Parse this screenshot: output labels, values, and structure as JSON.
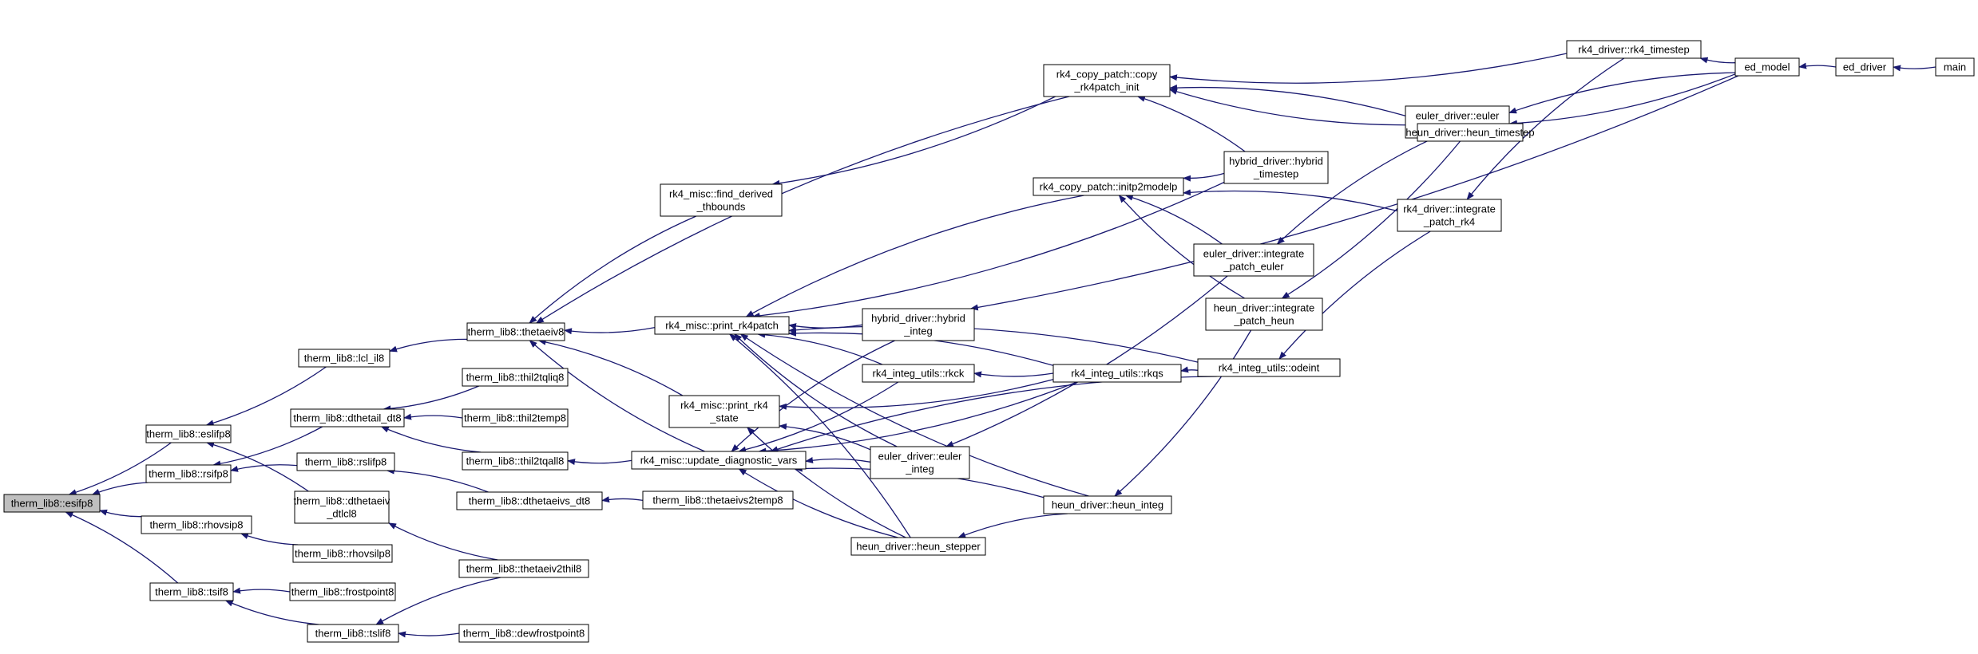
{
  "colors": {
    "edge": "#191970",
    "node_border": "#000000",
    "node_fill": "#ffffff",
    "root_fill": "#bfbfbf",
    "text": "#000000"
  },
  "nodes": [
    {
      "id": "esifp8",
      "label": [
        "therm_lib8::esifp8"
      ],
      "root": true
    },
    {
      "id": "eslifp8",
      "label": [
        "therm_lib8::eslifp8"
      ]
    },
    {
      "id": "rsifp8",
      "label": [
        "therm_lib8::rsifp8"
      ]
    },
    {
      "id": "rhovsip8",
      "label": [
        "therm_lib8::rhovsip8"
      ]
    },
    {
      "id": "tsif8",
      "label": [
        "therm_lib8::tsif8"
      ]
    },
    {
      "id": "lcl_il8",
      "label": [
        "therm_lib8::lcl_il8"
      ]
    },
    {
      "id": "dthetail_dt8",
      "label": [
        "therm_lib8::dthetail_dt8"
      ]
    },
    {
      "id": "rslifp8",
      "label": [
        "therm_lib8::rslifp8"
      ]
    },
    {
      "id": "dthetaeiv_dtlcl8",
      "label": [
        "therm_lib8::dthetaeiv",
        "_dtlcl8"
      ]
    },
    {
      "id": "rhovsilp8",
      "label": [
        "therm_lib8::rhovsilp8"
      ]
    },
    {
      "id": "frostpoint8",
      "label": [
        "therm_lib8::frostpoint8"
      ]
    },
    {
      "id": "tslif8",
      "label": [
        "therm_lib8::tslif8"
      ]
    },
    {
      "id": "thetaeiv8",
      "label": [
        "therm_lib8::thetaeiv8"
      ]
    },
    {
      "id": "thil2tqliq8",
      "label": [
        "therm_lib8::thil2tqliq8"
      ]
    },
    {
      "id": "thil2temp8",
      "label": [
        "therm_lib8::thil2temp8"
      ]
    },
    {
      "id": "thil2tqall8",
      "label": [
        "therm_lib8::thil2tqall8"
      ]
    },
    {
      "id": "dthetaeivs_dt8",
      "label": [
        "therm_lib8::dthetaeivs_dt8"
      ]
    },
    {
      "id": "thetaeiv2thil8",
      "label": [
        "therm_lib8::thetaeiv2thil8"
      ]
    },
    {
      "id": "dewfrostpoint8",
      "label": [
        "therm_lib8::dewfrostpoint8"
      ]
    },
    {
      "id": "find_derived",
      "label": [
        "rk4_misc::find_derived",
        "_thbounds"
      ]
    },
    {
      "id": "print_rk4patch",
      "label": [
        "rk4_misc::print_rk4patch"
      ]
    },
    {
      "id": "print_rk4_state",
      "label": [
        "rk4_misc::print_rk4",
        "_state"
      ]
    },
    {
      "id": "update_diag",
      "label": [
        "rk4_misc::update_diagnostic_vars"
      ]
    },
    {
      "id": "thetaeivs2temp8",
      "label": [
        "therm_lib8::thetaeivs2temp8"
      ]
    },
    {
      "id": "copy_rk4patch_init",
      "label": [
        "rk4_copy_patch::copy",
        "_rk4patch_init"
      ]
    },
    {
      "id": "initp2modelp",
      "label": [
        "rk4_copy_patch::initp2modelp"
      ]
    },
    {
      "id": "hybrid_integ",
      "label": [
        "hybrid_driver::hybrid",
        "_integ"
      ]
    },
    {
      "id": "rkck",
      "label": [
        "rk4_integ_utils::rkck"
      ]
    },
    {
      "id": "euler_integ",
      "label": [
        "euler_driver::euler",
        "_integ"
      ]
    },
    {
      "id": "heun_stepper",
      "label": [
        "heun_driver::heun_stepper"
      ]
    },
    {
      "id": "hybrid_timestep",
      "label": [
        "hybrid_driver::hybrid",
        "_timestep"
      ]
    },
    {
      "id": "rkqs",
      "label": [
        "rk4_integ_utils::rkqs"
      ]
    },
    {
      "id": "heun_integ",
      "label": [
        "heun_driver::heun_integ"
      ]
    },
    {
      "id": "euler_timestep",
      "label": [
        "euler_driver::euler",
        "_timestep"
      ]
    },
    {
      "id": "integrate_patch_euler",
      "label": [
        "euler_driver::integrate",
        "_patch_euler"
      ]
    },
    {
      "id": "integrate_patch_heun",
      "label": [
        "heun_driver::integrate",
        "_patch_heun"
      ]
    },
    {
      "id": "odeint",
      "label": [
        "rk4_integ_utils::odeint"
      ]
    },
    {
      "id": "rk4_timestep",
      "label": [
        "rk4_driver::rk4_timestep"
      ]
    },
    {
      "id": "heun_timestep",
      "label": [
        "heun_driver::heun_timestep"
      ]
    },
    {
      "id": "integrate_patch_rk4",
      "label": [
        "rk4_driver::integrate",
        "_patch_rk4"
      ]
    },
    {
      "id": "ed_model",
      "label": [
        "ed_model"
      ]
    },
    {
      "id": "ed_driver",
      "label": [
        "ed_driver"
      ]
    },
    {
      "id": "main",
      "label": [
        "main"
      ]
    }
  ],
  "edges": [
    [
      "eslifp8",
      "esifp8"
    ],
    [
      "rsifp8",
      "esifp8"
    ],
    [
      "rhovsip8",
      "esifp8"
    ],
    [
      "tsif8",
      "esifp8"
    ],
    [
      "lcl_il8",
      "eslifp8"
    ],
    [
      "dthetaeiv_dtlcl8",
      "eslifp8"
    ],
    [
      "dthetail_dt8",
      "rsifp8"
    ],
    [
      "rslifp8",
      "rsifp8"
    ],
    [
      "rhovsilp8",
      "rhovsip8"
    ],
    [
      "frostpoint8",
      "tsif8"
    ],
    [
      "tslif8",
      "tsif8"
    ],
    [
      "thetaeiv8",
      "lcl_il8"
    ],
    [
      "thil2tqliq8",
      "dthetail_dt8"
    ],
    [
      "thil2temp8",
      "dthetail_dt8"
    ],
    [
      "thil2tqall8",
      "dthetail_dt8"
    ],
    [
      "dthetaeivs_dt8",
      "rslifp8"
    ],
    [
      "thetaeiv2thil8",
      "dthetaeiv_dtlcl8"
    ],
    [
      "thetaeiv2thil8",
      "tslif8"
    ],
    [
      "dewfrostpoint8",
      "tslif8"
    ],
    [
      "find_derived",
      "thetaeiv8"
    ],
    [
      "print_rk4patch",
      "thetaeiv8"
    ],
    [
      "print_rk4_state",
      "thetaeiv8"
    ],
    [
      "update_diag",
      "thetaeiv8"
    ],
    [
      "copy_rk4patch_init",
      "thetaeiv8"
    ],
    [
      "update_diag",
      "thil2tqall8"
    ],
    [
      "thetaeivs2temp8",
      "dthetaeivs_dt8"
    ],
    [
      "copy_rk4patch_init",
      "find_derived"
    ],
    [
      "initp2modelp",
      "print_rk4patch"
    ],
    [
      "hybrid_integ",
      "print_rk4patch"
    ],
    [
      "rkck",
      "print_rk4patch"
    ],
    [
      "euler_integ",
      "print_rk4patch"
    ],
    [
      "heun_stepper",
      "print_rk4patch"
    ],
    [
      "hybrid_timestep",
      "print_rk4patch"
    ],
    [
      "rkqs",
      "print_rk4patch"
    ],
    [
      "heun_integ",
      "print_rk4patch"
    ],
    [
      "odeint",
      "print_rk4patch"
    ],
    [
      "rkqs",
      "print_rk4_state"
    ],
    [
      "euler_integ",
      "print_rk4_state"
    ],
    [
      "heun_stepper",
      "print_rk4_state"
    ],
    [
      "hybrid_integ",
      "update_diag"
    ],
    [
      "rkck",
      "update_diag"
    ],
    [
      "euler_integ",
      "update_diag"
    ],
    [
      "heun_stepper",
      "update_diag"
    ],
    [
      "heun_integ",
      "update_diag"
    ],
    [
      "rkqs",
      "update_diag"
    ],
    [
      "odeint",
      "update_diag"
    ],
    [
      "rk4_timestep",
      "copy_rk4patch_init"
    ],
    [
      "euler_timestep",
      "copy_rk4patch_init"
    ],
    [
      "heun_timestep",
      "copy_rk4patch_init"
    ],
    [
      "hybrid_timestep",
      "copy_rk4patch_init"
    ],
    [
      "hybrid_timestep",
      "initp2modelp"
    ],
    [
      "integrate_patch_euler",
      "initp2modelp"
    ],
    [
      "integrate_patch_heun",
      "initp2modelp"
    ],
    [
      "integrate_patch_rk4",
      "initp2modelp"
    ],
    [
      "rkqs",
      "rkck"
    ],
    [
      "odeint",
      "rkqs"
    ],
    [
      "integrate_patch_euler",
      "euler_integ"
    ],
    [
      "heun_integ",
      "heun_stepper"
    ],
    [
      "integrate_patch_heun",
      "heun_integ"
    ],
    [
      "integrate_patch_rk4",
      "odeint"
    ],
    [
      "ed_model",
      "hybrid_integ"
    ],
    [
      "euler_timestep",
      "integrate_patch_euler"
    ],
    [
      "heun_timestep",
      "integrate_patch_heun"
    ],
    [
      "rk4_timestep",
      "integrate_patch_rk4"
    ],
    [
      "ed_model",
      "rk4_timestep"
    ],
    [
      "ed_model",
      "euler_timestep"
    ],
    [
      "ed_model",
      "heun_timestep"
    ],
    [
      "ed_driver",
      "ed_model"
    ],
    [
      "main",
      "ed_driver"
    ]
  ]
}
